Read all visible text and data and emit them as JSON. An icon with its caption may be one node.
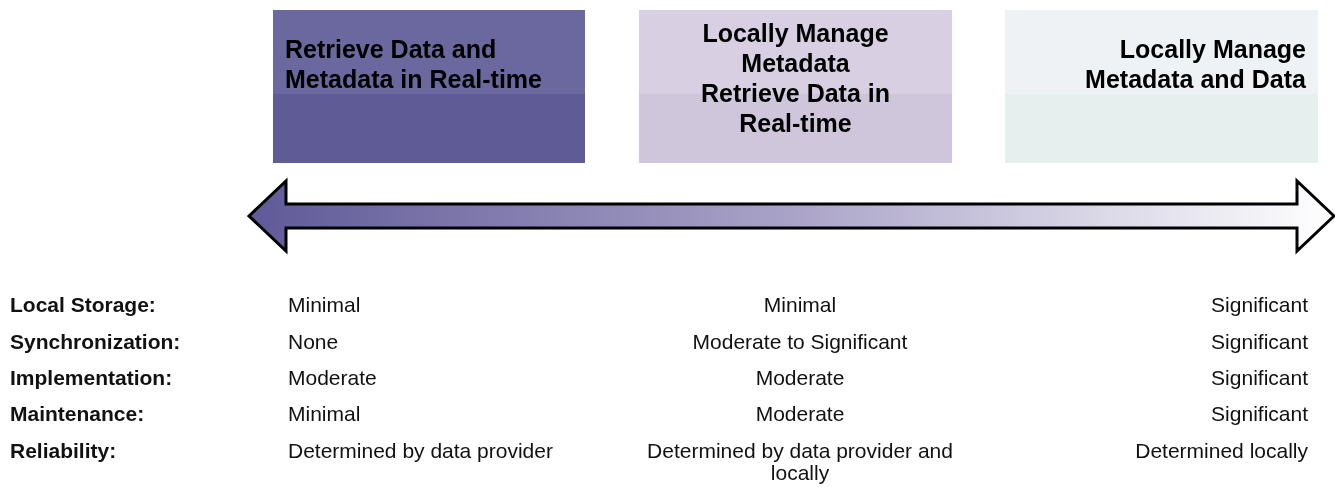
{
  "diagram": {
    "nodes": [
      {
        "text": [
          "Retrieve Data and Metadata in Real-time"
        ]
      },
      {
        "text": [
          "Locally Manage Metadata",
          "Retrieve Data in Real-time"
        ]
      },
      {
        "text": [
          "Locally Manage Metadata and Data"
        ]
      }
    ],
    "labels": [
      "Local Storage:",
      "Minimal",
      "Minimal",
      "Significant",
      "Synchronization:",
      "None",
      "Moderate to Significant",
      "Significant",
      "Implementation:",
      "Moderate",
      "Moderate",
      "Significant",
      "Maintenance:",
      "Minimal",
      "Moderate",
      "Significant",
      "Reliability:",
      "Determined by data provider",
      "Determined by data provider and locally",
      "Determined locally"
    ]
  }
}
